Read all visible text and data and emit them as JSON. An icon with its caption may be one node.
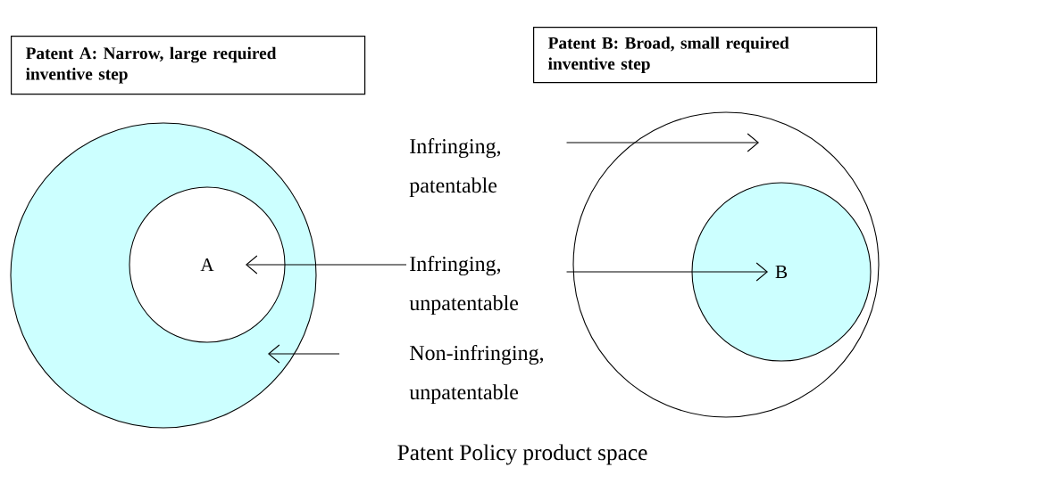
{
  "diagram": {
    "caption": "Patent Policy product space",
    "nodes": [
      {
        "text": [
          "Patent A: Narrow, large required inventive step"
        ]
      },
      {
        "text": [
          "Patent B: Broad, small required inventive step"
        ]
      },
      {
        "text": [],
        "shape": "circle"
      },
      {
        "text": [
          "A"
        ],
        "in": 2
      },
      {
        "text": [],
        "shape": "circle"
      },
      {
        "text": [
          "B"
        ],
        "in": 4
      },
      {
        "text": [
          "Infringing, patentable"
        ]
      },
      {
        "text": [
          "Infringing, unpatentable"
        ]
      },
      {
        "text": [
          "Non-infringing, unpatentable"
        ]
      }
    ],
    "edges": [
      {
        "from": 6,
        "to": 4,
        "arrow": "to"
      },
      {
        "from": 7,
        "to": 3,
        "arrow": "to"
      },
      {
        "from": 7,
        "to": 5,
        "arrow": "to"
      },
      {
        "from": 8,
        "to": 2,
        "arrow": "to"
      }
    ]
  }
}
